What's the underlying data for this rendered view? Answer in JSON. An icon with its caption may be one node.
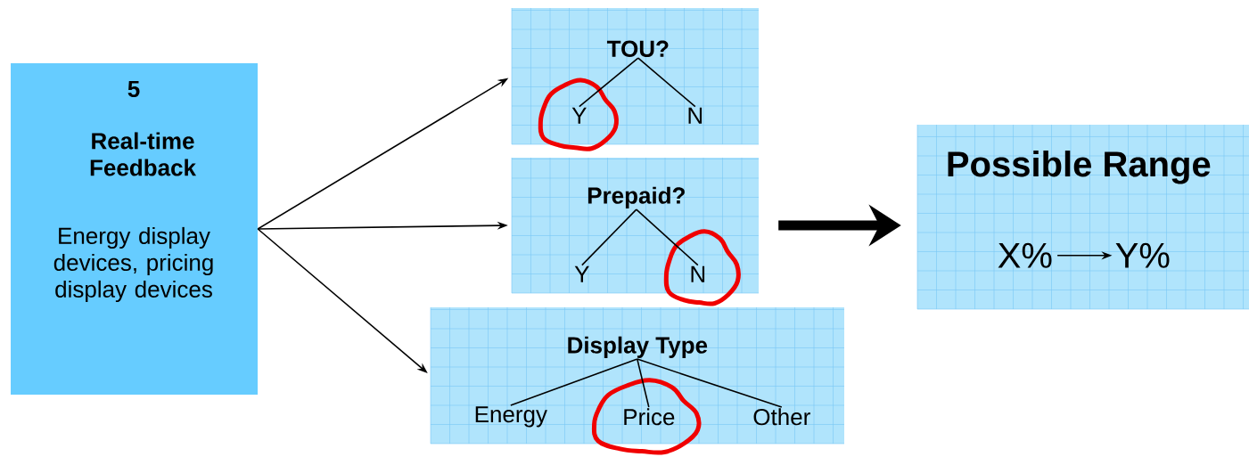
{
  "diagram": {
    "nodes": [
      {
        "text": [
          "5",
          "Real-time Feedback",
          "Energy display devices, pricing display devices"
        ]
      },
      {
        "text": [],
        "shape": "box"
      },
      {
        "text": [
          "TOU?"
        ],
        "in": 1
      },
      {
        "text": [
          "Y"
        ],
        "in": 1
      },
      {
        "text": [
          "N"
        ],
        "in": 1
      },
      {
        "text": [],
        "shape": "box"
      },
      {
        "text": [
          "Prepaid?"
        ],
        "in": 5
      },
      {
        "text": [
          "Y"
        ],
        "in": 5
      },
      {
        "text": [
          "N"
        ],
        "in": 5
      },
      {
        "text": [],
        "shape": "box"
      },
      {
        "text": [
          "Display Type"
        ],
        "in": 9
      },
      {
        "text": [
          "Energy"
        ],
        "in": 9
      },
      {
        "text": [
          "Price"
        ],
        "in": 9
      },
      {
        "text": [
          "Other"
        ],
        "in": 9
      },
      {
        "text": [],
        "shape": "box"
      },
      {
        "text": [
          "Possible Range"
        ],
        "in": 14
      },
      {
        "text": [
          "X%"
        ],
        "in": 14
      },
      {
        "text": [
          "Y%"
        ],
        "in": 14
      }
    ],
    "edges": [
      {
        "from": 0,
        "to": 1,
        "arrow": "to"
      },
      {
        "from": 0,
        "to": 5,
        "arrow": "to"
      },
      {
        "from": 0,
        "to": 9,
        "arrow": "to"
      },
      {
        "from": 2,
        "to": 3,
        "arrow": "none"
      },
      {
        "from": 2,
        "to": 4,
        "arrow": "none"
      },
      {
        "from": 6,
        "to": 7,
        "arrow": "none"
      },
      {
        "from": 6,
        "to": 8,
        "arrow": "none"
      },
      {
        "from": 10,
        "to": 11,
        "arrow": "none"
      },
      {
        "from": 10,
        "to": 12,
        "arrow": "none"
      },
      {
        "from": 10,
        "to": 13,
        "arrow": "none"
      },
      {
        "from": 5,
        "to": 14,
        "arrow": "to",
        "style": "thick"
      },
      {
        "from": 16,
        "to": 17,
        "arrow": "to"
      }
    ]
  }
}
